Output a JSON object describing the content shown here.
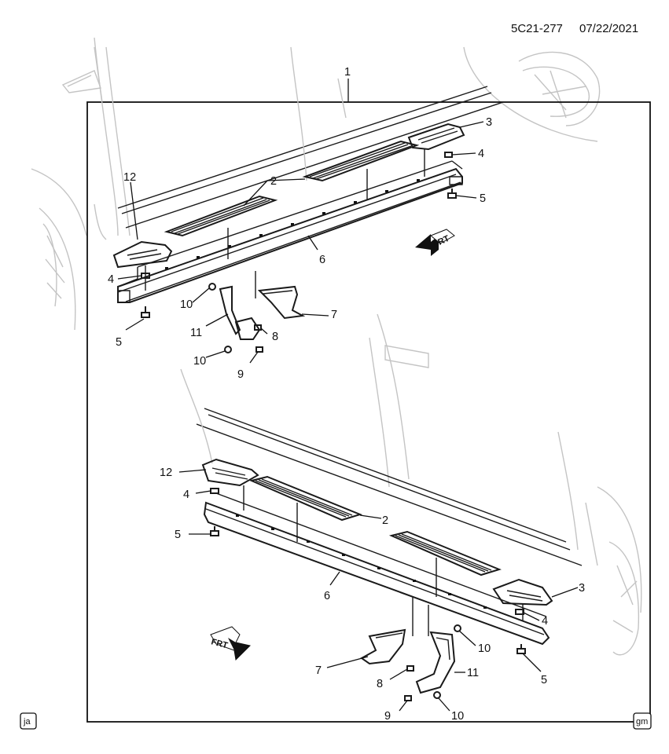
{
  "header": {
    "diagram_id": "5C21-277",
    "date": "07/22/2021"
  },
  "parts": {
    "p1": "1",
    "p2": "2",
    "p3": "3",
    "p4": "4",
    "p5": "5",
    "p6": "6",
    "p7": "7",
    "p8": "8",
    "p9": "9",
    "p10": "10",
    "p11": "11",
    "p12": "12"
  },
  "direction_label": "FRT",
  "footer": {
    "left_badge": "ja",
    "right_badge": "gm"
  }
}
